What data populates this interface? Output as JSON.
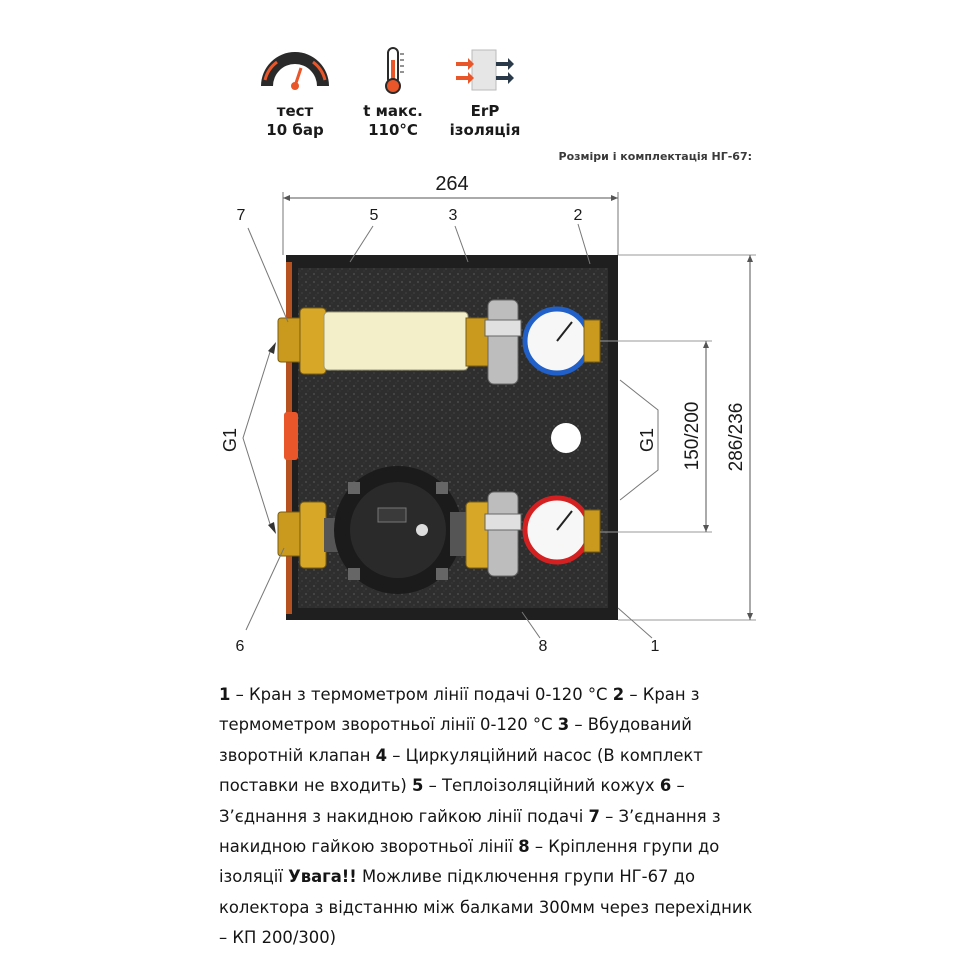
{
  "specs": [
    {
      "icon": "pressure-gauge-icon",
      "line1": "тест",
      "line2": "10 бар"
    },
    {
      "icon": "thermometer-icon",
      "line1": "t макс.",
      "line2": "110°C"
    },
    {
      "icon": "erp-insulation-icon",
      "line1": "ErP",
      "line2": "ізоляція"
    }
  ],
  "subtitle": "Розміри і комплектація НГ-67:",
  "dimensions": {
    "width": "264",
    "height_outer": "286/236",
    "height_inner": "150/200",
    "thread_left": "G1",
    "thread_right": "G1"
  },
  "callouts": [
    "7",
    "5",
    "3",
    "2",
    "6",
    "8",
    "1"
  ],
  "legend": [
    {
      "num": "1",
      "text": " – Кран з термометром лінії подачі 0-120 °C "
    },
    {
      "num": "2",
      "text": " – Кран з термометром зворотньої лінії 0-120 °C "
    },
    {
      "num": "3",
      "text": " – Вбудований зворотній клапан "
    },
    {
      "num": "4",
      "text": " – Циркуляційний насос (В комплект поставки не входить) "
    },
    {
      "num": "5",
      "text": " – Теплоізоляційний кожух "
    },
    {
      "num": "6",
      "text": " – З’єднання з накидною гайкою лінії подачі "
    },
    {
      "num": "7",
      "text": " – З’єднання з накидною гайкою зворотньої лінії "
    },
    {
      "num": "8",
      "text": " – Кріплення групи до ізоляції "
    }
  ],
  "warning": {
    "label": "Увага!!",
    "text": " Можливе підключення групи НГ-67 до колектора з відстанню між балками 300мм через перехідник – КП 200/300)"
  },
  "colors": {
    "insulation": "#2d2d2d",
    "brass": "#c99a1e",
    "hot": "#d42020",
    "cold": "#2060c8",
    "accent": "#e8562a"
  }
}
